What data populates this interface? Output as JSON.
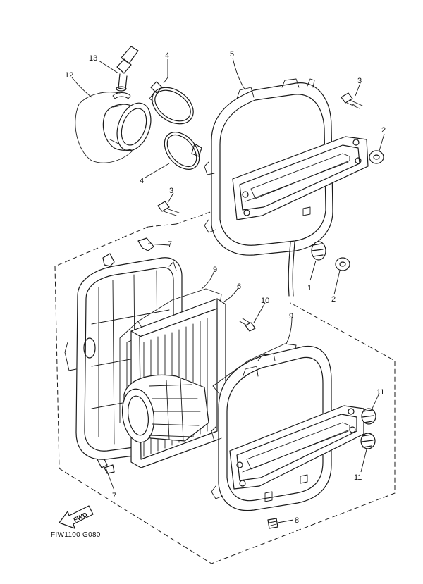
{
  "diagram": {
    "callouts": {
      "c13": "13",
      "c12": "12",
      "c4a": "4",
      "c5": "5",
      "c3a": "3",
      "c2a": "2",
      "c4b": "4",
      "c3b": "3",
      "c7a": "7",
      "c9a": "9",
      "c6": "6",
      "c10": "10",
      "c1": "1",
      "c2b": "2",
      "c9b": "9",
      "c11a": "11",
      "c11b": "11",
      "c7b": "7",
      "c8": "8"
    },
    "front_arrow": "FWD",
    "figure_code": "FIW1100 G080"
  }
}
